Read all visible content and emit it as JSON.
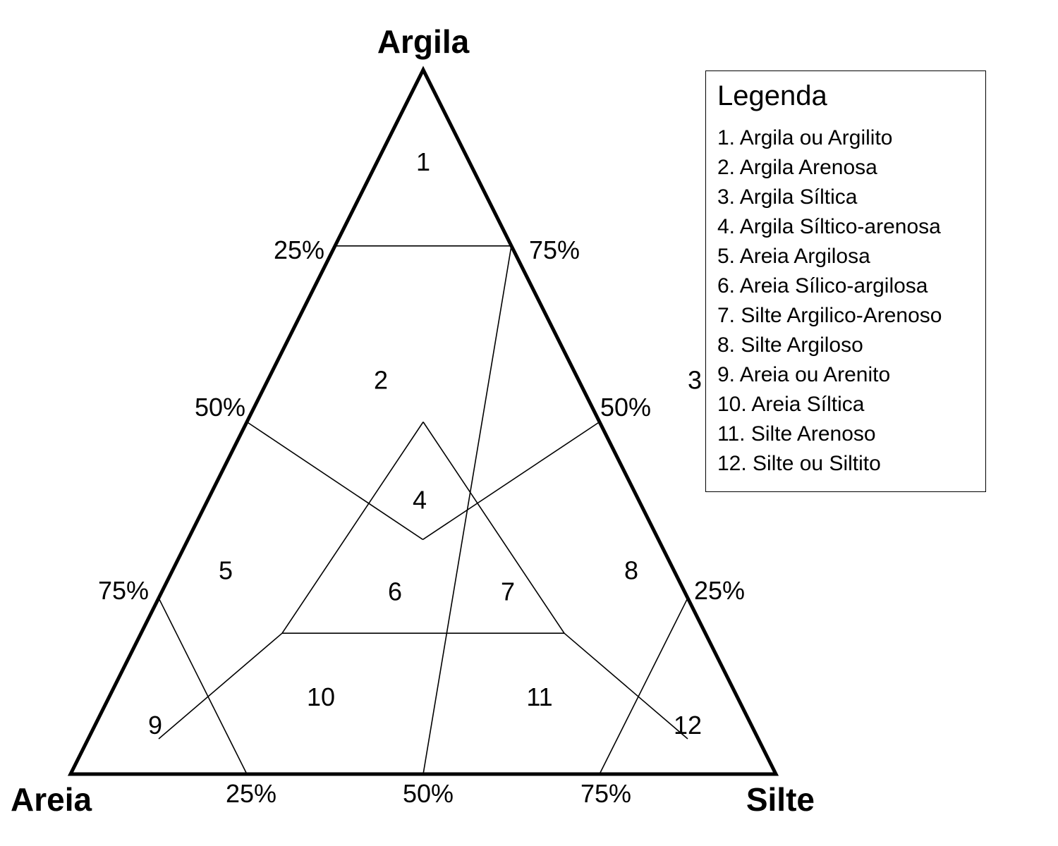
{
  "diagram": {
    "vertices": {
      "top": "Argila",
      "left": "Areia",
      "right": "Silte"
    },
    "left_edge_ticks": [
      "25%",
      "50%",
      "75%"
    ],
    "right_edge_ticks": [
      "75%",
      "50%",
      "25%"
    ],
    "bottom_edge_ticks": [
      "25%",
      "50%",
      "75%"
    ],
    "regions": [
      {
        "id": "1",
        "clay": 87,
        "silt": 6.5
      },
      {
        "id": "2",
        "clay": 56,
        "silt": 16
      },
      {
        "id": "3",
        "clay": 56,
        "silt": 60.5
      },
      {
        "id": "4",
        "clay": 39,
        "silt": 30
      },
      {
        "id": "5",
        "clay": 29,
        "silt": 7.5
      },
      {
        "id": "6",
        "clay": 26,
        "silt": 33
      },
      {
        "id": "7",
        "clay": 26,
        "silt": 49
      },
      {
        "id": "8",
        "clay": 29,
        "silt": 65
      },
      {
        "id": "9",
        "clay": 7,
        "silt": 8.5
      },
      {
        "id": "10",
        "clay": 11,
        "silt": 30
      },
      {
        "id": "11",
        "clay": 11,
        "silt": 61
      },
      {
        "id": "12",
        "clay": 7,
        "silt": 84
      }
    ],
    "boundaries": [
      {
        "from": {
          "clay": 75,
          "silt": 0
        },
        "to": {
          "clay": 75,
          "silt": 25
        }
      },
      {
        "from": {
          "clay": 75,
          "silt": 25
        },
        "to": {
          "clay": 0,
          "silt": 50
        }
      },
      {
        "from": {
          "clay": 50,
          "silt": 0
        },
        "to": {
          "clay": 33.3,
          "silt": 33.3
        }
      },
      {
        "from": {
          "clay": 50,
          "silt": 50
        },
        "to": {
          "clay": 33.3,
          "silt": 33.3
        }
      },
      {
        "from": {
          "clay": 50,
          "silt": 25
        },
        "to": {
          "clay": 20,
          "silt": 20
        }
      },
      {
        "from": {
          "clay": 50,
          "silt": 25
        },
        "to": {
          "clay": 20,
          "silt": 60
        }
      },
      {
        "from": {
          "clay": 20,
          "silt": 20
        },
        "to": {
          "clay": 20,
          "silt": 60
        }
      },
      {
        "from": {
          "clay": 20,
          "silt": 20
        },
        "to": {
          "clay": 5,
          "silt": 10
        }
      },
      {
        "from": {
          "clay": 20,
          "silt": 60
        },
        "to": {
          "clay": 5,
          "silt": 85
        }
      },
      {
        "from": {
          "clay": 25,
          "silt": 0
        },
        "to": {
          "clay": 0,
          "silt": 25
        }
      },
      {
        "from": {
          "clay": 25,
          "silt": 75
        },
        "to": {
          "clay": 0,
          "silt": 75
        }
      }
    ]
  },
  "legend": {
    "title": "Legenda",
    "items": [
      "1. Argila ou Argilito",
      "2. Argila Arenosa",
      "3. Argila Síltica",
      "4. Argila Síltico-arenosa",
      "5. Areia Argilosa",
      "6. Areia Sílico-argilosa",
      "7. Silte Argilico-Arenoso",
      "8. Silte Argiloso",
      "9. Areia ou Arenito",
      "10. Areia Síltica",
      "11. Silte Arenoso",
      "12. Silte ou Siltito"
    ]
  }
}
